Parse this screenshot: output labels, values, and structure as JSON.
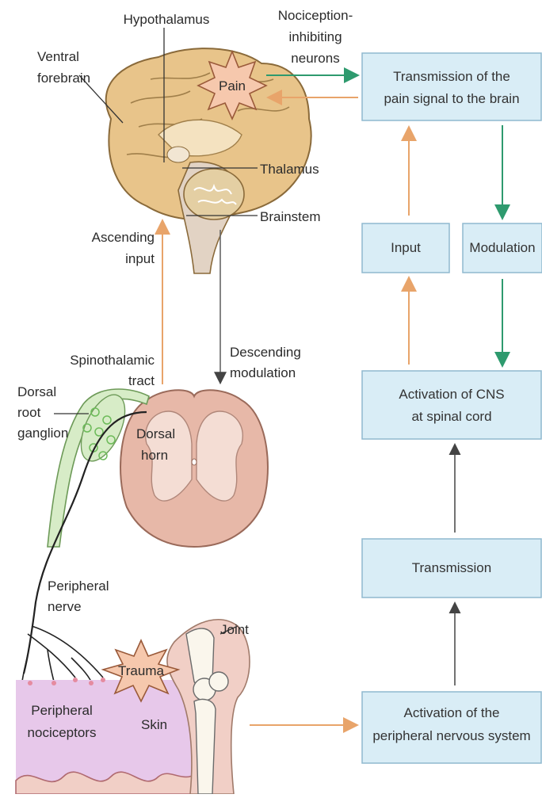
{
  "labels": {
    "hypothalamus": "Hypothalamus",
    "nociception_line1": "Nociception-",
    "nociception_line2": "inhibiting",
    "nociception_line3": "neurons",
    "ventral_line1": "Ventral",
    "ventral_line2": "forebrain",
    "pain": "Pain",
    "thalamus": "Thalamus",
    "brainstem": "Brainstem",
    "ascending_line1": "Ascending",
    "ascending_line2": "input",
    "descending_line1": "Descending",
    "descending_line2": "modulation",
    "spinothalamic_line1": "Spinothalamic",
    "spinothalamic_line2": "tract",
    "dorsal_root_line1": "Dorsal",
    "dorsal_root_line2": "root",
    "dorsal_root_line3": "ganglion",
    "dorsal_horn_line1": "Dorsal",
    "dorsal_horn_line2": "horn",
    "peripheral_nerve_line1": "Peripheral",
    "peripheral_nerve_line2": "nerve",
    "joint": "Joint",
    "trauma": "Trauma",
    "peripheral_nociceptors_line1": "Peripheral",
    "peripheral_nociceptors_line2": "nociceptors",
    "skin": "Skin"
  },
  "boxes": {
    "transmission_brain_line1": "Transmission of the",
    "transmission_brain_line2": "pain signal to the brain",
    "input": "Input",
    "modulation": "Modulation",
    "activation_cns_line1": "Activation of CNS",
    "activation_cns_line2": "at spinal cord",
    "transmission": "Transmission",
    "activation_pns_line1": "Activation of the",
    "activation_pns_line2": "peripheral nervous system"
  },
  "colors": {
    "ascending_arrow": "#e8a46a",
    "descending_arrow": "#2e9a6e",
    "neutral_arrow": "#555555",
    "box_fill": "#d9edf6",
    "box_stroke": "#8fb9cf",
    "brain": "#e8c48a",
    "spinal_cord": "#e7b8a8",
    "skin": "#e7c8ea"
  }
}
